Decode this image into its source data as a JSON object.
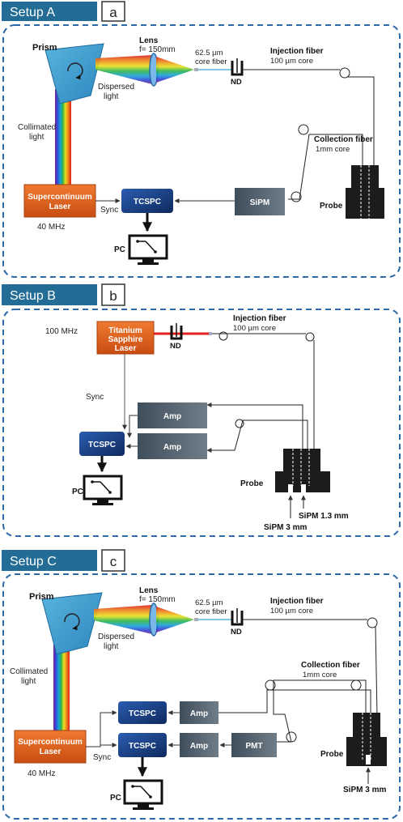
{
  "setup_a": {
    "title": "Setup A",
    "letter": "a",
    "prism": "Prism",
    "lens": "Lens",
    "lens_focal": "f= 150mm",
    "core_fiber_1": "62.5 µm",
    "core_fiber_2": "core fiber",
    "injection_fiber": "Injection fiber",
    "injection_core": "100 µm core",
    "nd": "ND",
    "dispersed_1": "Dispersed",
    "dispersed_2": "light",
    "collimated_1": "Collimated",
    "collimated_2": "light",
    "collection_fiber": "Collection fiber",
    "collection_core": "1mm core",
    "laser_1": "Supercontinuum",
    "laser_2": "Laser",
    "freq": "40 MHz",
    "sync": "Sync",
    "tcspc": "TCSPC",
    "sipm": "SiPM",
    "probe": "Probe",
    "pc": "PC"
  },
  "setup_b": {
    "title": "Setup B",
    "letter": "b",
    "freq": "100 MHz",
    "laser_1": "Titanium",
    "laser_2": "Sapphire",
    "laser_3": "Laser",
    "nd": "ND",
    "injection_fiber": "Injection fiber",
    "injection_core": "100 µm core",
    "sync": "Sync",
    "amp_1": "Amp",
    "amp_2": "Amp",
    "tcspc": "TCSPC",
    "pc": "PC",
    "probe": "Probe",
    "sipm_13": "SiPM 1.3 mm",
    "sipm_3": "SiPM 3 mm"
  },
  "setup_c": {
    "title": "Setup C",
    "letter": "c",
    "prism": "Prism",
    "lens": "Lens",
    "lens_focal": "f= 150mm",
    "core_fiber_1": "62.5 µm",
    "core_fiber_2": "core fiber",
    "injection_fiber": "Injection fiber",
    "injection_core": "100 µm core",
    "nd": "ND",
    "dispersed_1": "Dispersed",
    "dispersed_2": "light",
    "collimated_1": "Collimated",
    "collimated_2": "light",
    "collection_fiber": "Collection fiber",
    "collection_core": "1mm core",
    "tcspc_1": "TCSPC",
    "tcspc_2": "TCSPC",
    "amp_1": "Amp",
    "amp_2": "Amp",
    "pmt": "PMT",
    "laser_1": "Supercontinuum",
    "laser_2": "Laser",
    "freq": "40 MHz",
    "sync": "Sync",
    "probe": "Probe",
    "sipm_3": "SiPM 3 mm",
    "pc": "PC"
  },
  "colors": {
    "header_blue": "#236c95",
    "frame_blue": "#2d6aa6",
    "laser_orange": "#e05d1a",
    "tcspc_navy": "#1a3b78",
    "amp_gray": "#4b5a66",
    "probe_black": "#1c1c1c",
    "red_beam": "#e02020"
  },
  "icons": [
    "rotation-arrow-icon",
    "computer-monitor-icon"
  ]
}
